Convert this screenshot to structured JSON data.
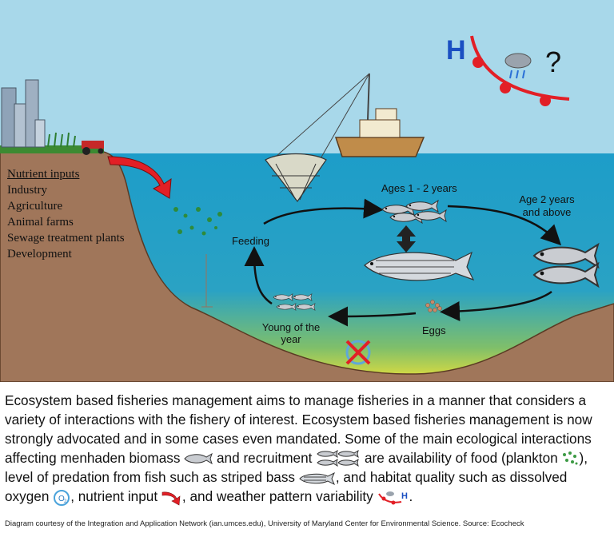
{
  "diagram": {
    "weather_high": "H",
    "weather_question": "?",
    "label_ages_1_2": "Ages 1 - 2 years",
    "label_age2_line1": "Age 2 years",
    "label_age2_line2": "and above",
    "label_feeding": "Feeding",
    "label_eggs": "Eggs",
    "label_young_line1": "Young of the",
    "label_young_line2": "year",
    "nutrient_heading": "Nutrient inputs",
    "nutrient_items": [
      "Industry",
      "Agriculture",
      "Animal farms",
      "Sewage treatment plants",
      "Development"
    ],
    "colors": {
      "sky": "#a8d8ea",
      "water": "#1a9ac4",
      "seabed": "#a0765a",
      "arrow_red": "#e21f26",
      "land_green": "#3c8a32"
    }
  },
  "caption": {
    "t1": "Ecosystem based fisheries management aims to manage fisheries in a manner that considers a variety of interactions with the fishery of interest.  Ecosystem based fisheries management is now strongly advocated and in some cases even mandated. Some of the main ecological interactions affecting menhaden biomass ",
    "t2": " and recruitment ",
    "t3": " are availability of food (plankton ",
    "t4": "), level of predation from fish such as striped bass ",
    "t5": ", and habitat quality such as dissolved oxygen ",
    "t6": ", nutrient input ",
    "t7": ", and weather pattern variability ",
    "t8": ".",
    "icon_o2": "O",
    "icon_o2_sub": "2",
    "icon_h": "H"
  },
  "credit": "Diagram courtesy of the Integration and Application Network (ian.umces.edu), University of Maryland Center for Environmental Science. Source: Ecocheck"
}
